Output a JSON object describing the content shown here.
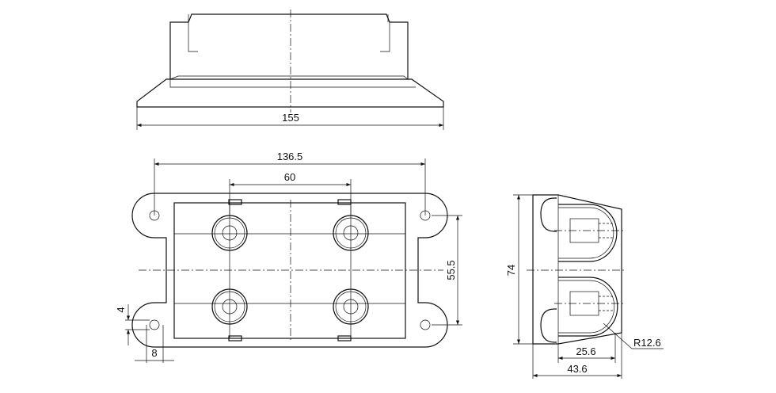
{
  "drawing": {
    "top_view": {
      "width_dim": "155"
    },
    "front_view": {
      "hole_spacing_dim": "136.5",
      "terminal_spacing_dim": "60",
      "vertical_hole_spacing_dim": "55.5",
      "slot_height_dim": "4",
      "slot_width_dim": "8"
    },
    "side_view": {
      "height_dim": "74",
      "cover_depth_dim": "25.6",
      "total_depth_dim": "43.6",
      "radius_dim": "R12.6"
    }
  }
}
